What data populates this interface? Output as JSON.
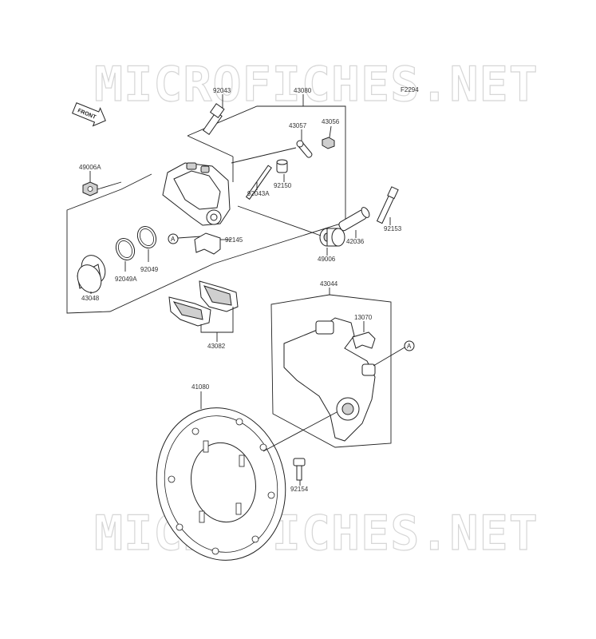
{
  "watermarks": {
    "top": "MICROFICHES.NET",
    "bottom": "MICROFICHES.NET"
  },
  "figure_code": "F2294",
  "front_arrow": "FRONT",
  "callout_marker": "A",
  "labels": {
    "p92043": "92043",
    "p43080": "43080",
    "p43057": "43057",
    "p43056": "43056",
    "p49006A": "49006A",
    "p92043A": "92043A",
    "p92150": "92150",
    "p92153": "92153",
    "p92145": "92145",
    "p42036": "42036",
    "p49006": "49006",
    "p92049": "92049",
    "p92049A": "92049A",
    "p43048": "43048",
    "p43044": "43044",
    "p13070": "13070",
    "p43082": "43082",
    "p41080": "41080",
    "p92154": "92154"
  }
}
